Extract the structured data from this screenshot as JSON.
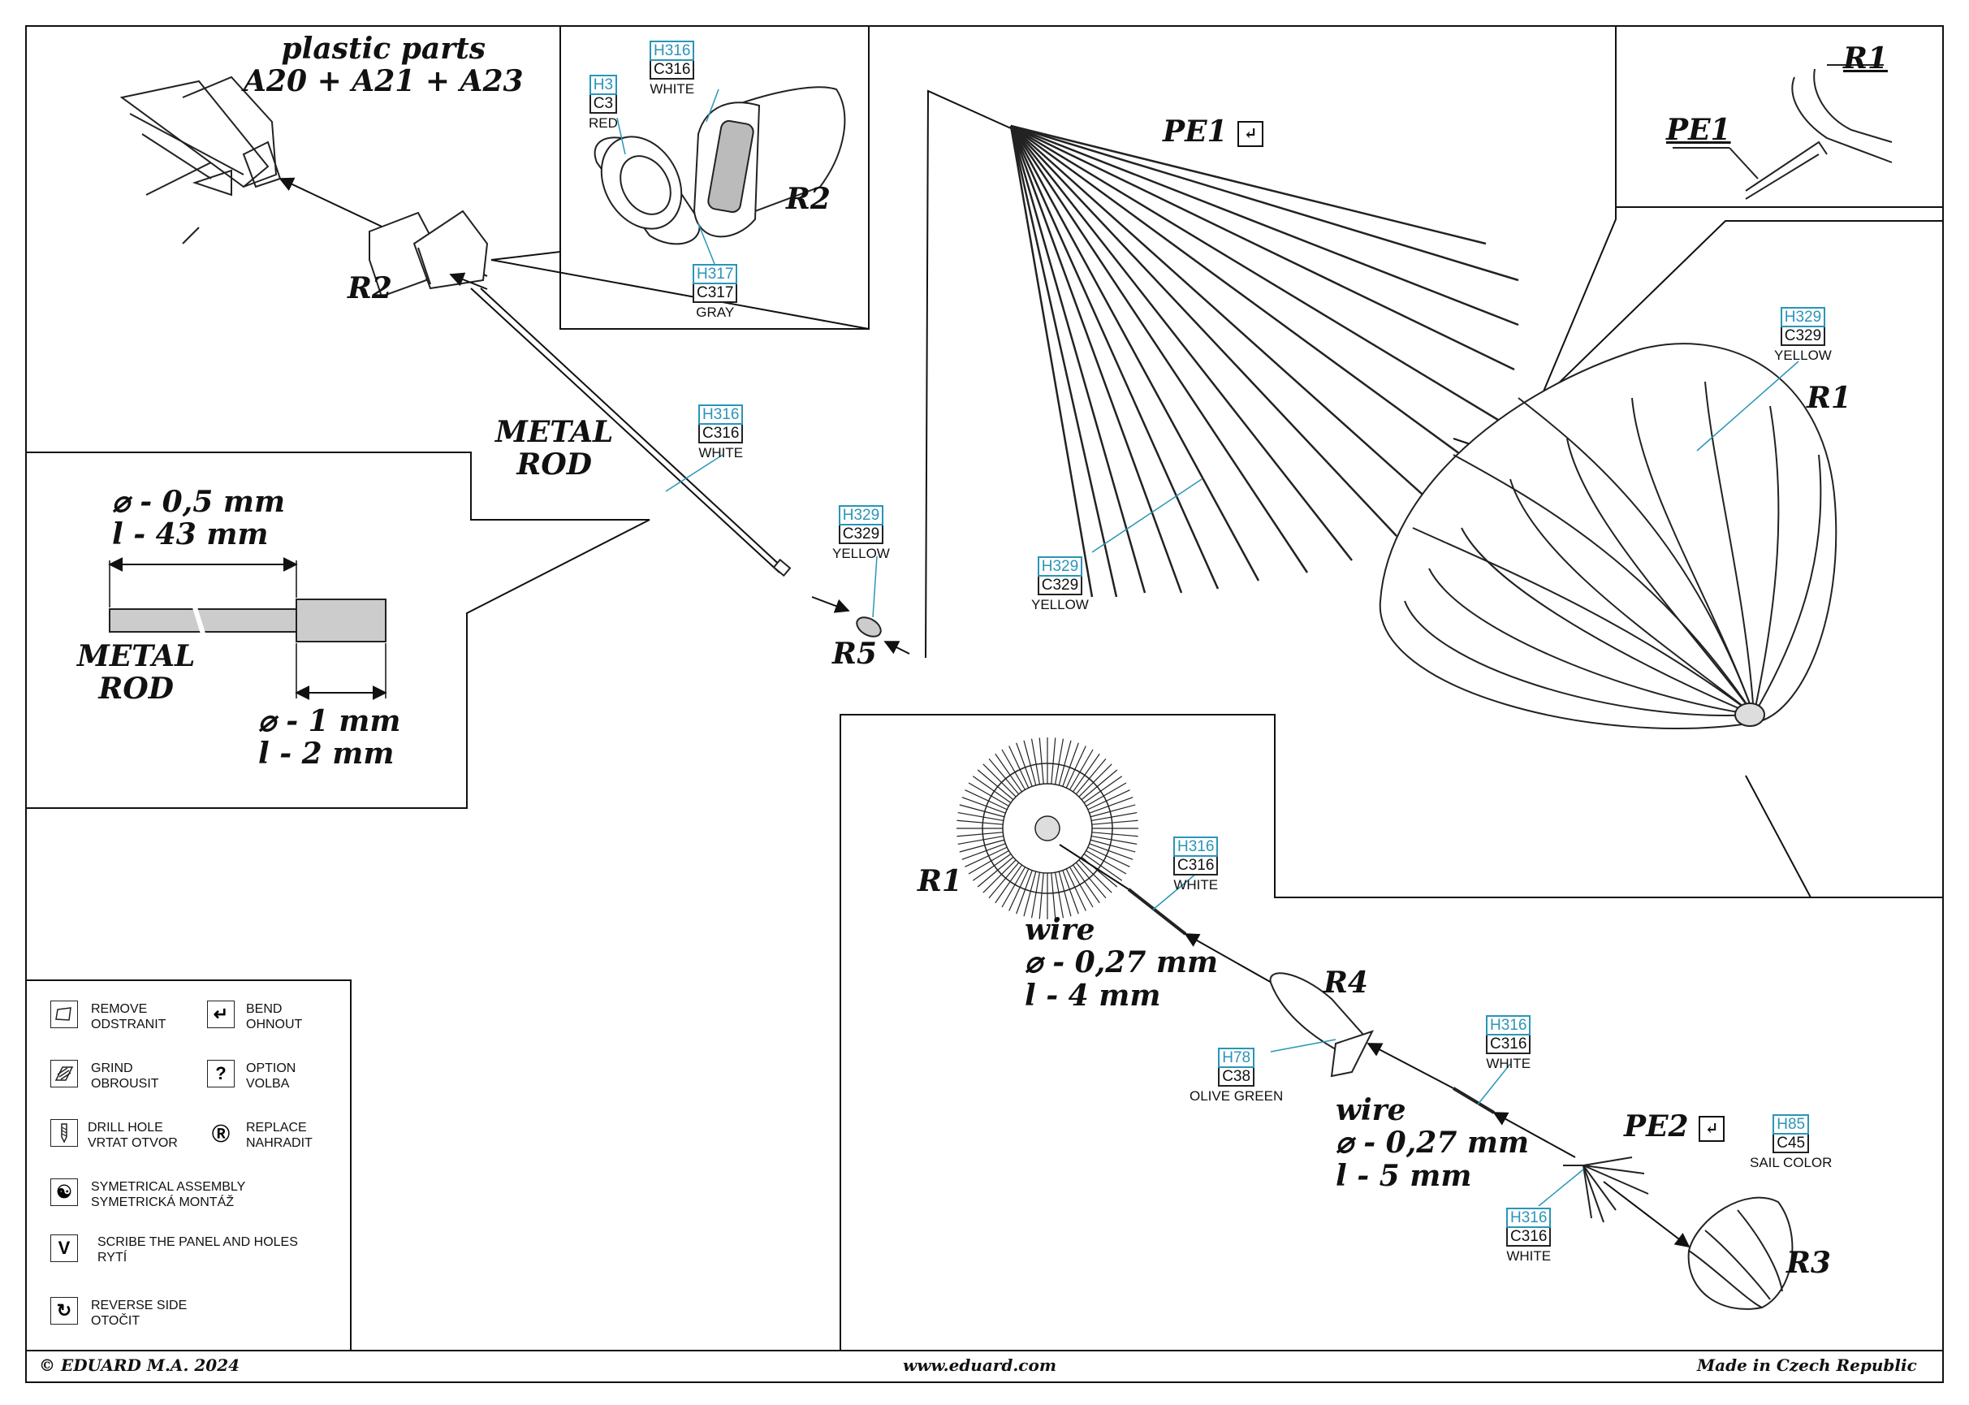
{
  "part_labels": {
    "r2_main": "R2",
    "r2_inset": "R2",
    "pe1_top": "PE1",
    "r1_corner": "R1",
    "pe1_corner": "PE1",
    "r1_cage": "R1",
    "r5": "R5",
    "r1_fan": "R1",
    "r4": "R4",
    "pe2": "PE2",
    "r3": "R3"
  },
  "notes": {
    "plastic_parts": [
      "plastic parts",
      "A20 + A21 + A23"
    ],
    "metal_rod_1": [
      "METAL",
      "ROD"
    ],
    "metal_rod_2": [
      "METAL",
      "ROD"
    ],
    "rod_thin": [
      "⌀ - 0,5 mm",
      "l - 43 mm"
    ],
    "rod_thick": [
      "⌀ - 1 mm",
      "l - 2 mm"
    ],
    "wire_1": [
      "wire",
      "⌀ - 0,27 mm",
      "l - 4 mm"
    ],
    "wire_2": [
      "wire",
      "⌀ - 0,27 mm",
      "l - 5 mm"
    ]
  },
  "paint_callouts": [
    {
      "id": "p1",
      "h": "H316",
      "c": "C316",
      "name": "WHITE"
    },
    {
      "id": "p2",
      "h": "H3",
      "c": "C3",
      "name": "RED"
    },
    {
      "id": "p3",
      "h": "H317",
      "c": "C317",
      "name": "GRAY"
    },
    {
      "id": "p4",
      "h": "H316",
      "c": "C316",
      "name": "WHITE"
    },
    {
      "id": "p5",
      "h": "H329",
      "c": "C329",
      "name": "YELLOW"
    },
    {
      "id": "p6",
      "h": "H329",
      "c": "C329",
      "name": "YELLOW"
    },
    {
      "id": "p7",
      "h": "H329",
      "c": "C329",
      "name": "YELLOW"
    },
    {
      "id": "p8",
      "h": "H316",
      "c": "C316",
      "name": "WHITE"
    },
    {
      "id": "p9",
      "h": "H78",
      "c": "C38",
      "name": "OLIVE GREEN"
    },
    {
      "id": "p10",
      "h": "H316",
      "c": "C316",
      "name": "WHITE"
    },
    {
      "id": "p11",
      "h": "H85",
      "c": "C45",
      "name": "SAIL COLOR"
    },
    {
      "id": "p12",
      "h": "H316",
      "c": "C316",
      "name": "WHITE"
    }
  ],
  "legend": [
    {
      "icon": "remove-icon",
      "lines": [
        "REMOVE",
        "ODSTRANIT"
      ]
    },
    {
      "icon": "bend-icon",
      "lines": [
        "BEND",
        "OHNOUT"
      ]
    },
    {
      "icon": "grind-icon",
      "lines": [
        "GRIND",
        "OBROUSIT"
      ]
    },
    {
      "icon": "option-icon",
      "glyph": "?",
      "lines": [
        "OPTION",
        "VOLBA"
      ]
    },
    {
      "icon": "drill-hole-icon",
      "lines": [
        "DRILL HOLE",
        "VRTAT OTVOR"
      ]
    },
    {
      "icon": "replace-icon",
      "glyph": "Ⓡ",
      "lines": [
        "REPLACE",
        "NAHRADIT"
      ]
    },
    {
      "icon": "symmetrical-assembly-icon",
      "glyph": "☯",
      "lines": [
        "SYMETRICAL ASSEMBLY",
        "SYMETRICKÁ MONTÁŽ"
      ]
    },
    {
      "icon": "scribe-icon",
      "glyph": "V",
      "lines": [
        "SCRIBE THE PANEL AND HOLES",
        "RYTÍ"
      ]
    },
    {
      "icon": "reverse-side-icon",
      "glyph": "↻",
      "lines": [
        "REVERSE SIDE",
        "OTOČIT"
      ]
    }
  ],
  "footer": {
    "copyright": "© EDUARD  M.A. 2024",
    "website": "www.eduard.com",
    "origin": "Made in Czech Republic"
  }
}
